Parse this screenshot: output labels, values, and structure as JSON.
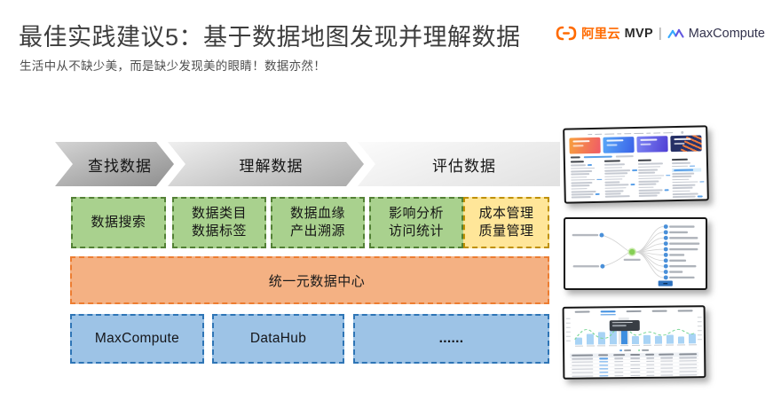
{
  "header": {
    "title": "最佳实践建议5：基于数据地图发现并理解数据",
    "subtitle": "生活中从不缺少美，而是缺少发现美的眼睛！数据亦然！"
  },
  "brand": {
    "aliyun": "阿里云",
    "mvp": "MVP",
    "divider": "|",
    "maxcompute": "MaxCompute",
    "aliyun_color": "#FF6A00",
    "maxcompute_icon_blue": "#36A9FF",
    "maxcompute_icon_purple": "#6257E0"
  },
  "process_arrows": [
    {
      "label": "查找数据"
    },
    {
      "label": "理解数据"
    },
    {
      "label": "评估数据"
    }
  ],
  "capability_boxes": [
    {
      "line1": "数据搜索",
      "line2": "",
      "theme": "green"
    },
    {
      "line1": "数据类目",
      "line2": "数据标签",
      "theme": "green"
    },
    {
      "line1": "数据血缘",
      "line2": "产出溯源",
      "theme": "green"
    },
    {
      "line1": "影响分析",
      "line2": "访问统计",
      "theme": "green"
    },
    {
      "line1": "成本管理",
      "line2": "质量管理",
      "theme": "yellow"
    }
  ],
  "metadata_layer": {
    "label": "统一元数据中心"
  },
  "platform_layer": [
    {
      "label": "MaxCompute"
    },
    {
      "label": "DataHub"
    },
    {
      "label": "......"
    }
  ],
  "colors": {
    "green_fill": "#A9D18E",
    "green_border": "#538135",
    "yellow_fill": "#FFE699",
    "yellow_border": "#BF9000",
    "orange_fill": "#F4B183",
    "orange_border": "#ED7D31",
    "blue_fill": "#9DC3E6",
    "blue_border": "#2E75B6",
    "arrow_dark": "#8e8e8e",
    "arrow_light": "#e1e1e1"
  },
  "thumbnails": {
    "data_map_home": {
      "banner_colors": [
        [
          "#f8a03c",
          "#ef5a68"
        ],
        [
          "#58a8f8",
          "#3a62e8"
        ],
        [
          "#7d86f5",
          "#4f3fd4"
        ],
        [
          "#242e63",
          "#2a3670"
        ]
      ],
      "columns": 4,
      "rows_per_column": 12
    },
    "lineage_graph": {
      "left_nodes": 2,
      "right_nodes": 10,
      "center_node_color": "#85cf54",
      "node_color": "#4a90d9",
      "edge_color": "#d4d4d4",
      "button_color": "#2d71bf"
    },
    "usage_chart": {
      "tabs": 5,
      "active_tab": 1,
      "bars": [
        30,
        43,
        50,
        87,
        57,
        33,
        37,
        33,
        37,
        30,
        40
      ],
      "highlight_index": 4,
      "bar_color": "#a8d3f5",
      "highlight_bar_color": "#3E8EE0",
      "line_color": "#7fd89b",
      "table_rows": 9,
      "table_columns": 7
    }
  }
}
